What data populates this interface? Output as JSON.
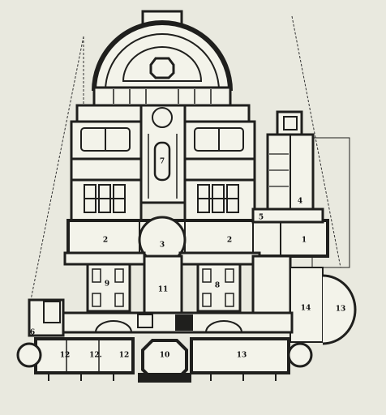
{
  "plan": {
    "colors": {
      "paper": "#e9e9df",
      "ink": "#1f1f1d",
      "room_fill": "#f3f3ea"
    },
    "labels": {
      "room_1": "1",
      "room_2_left": "2",
      "room_2_right": "2",
      "room_3": "3",
      "room_4": "4",
      "room_5": "5",
      "room_6": "6",
      "room_7": "7",
      "room_8": "8",
      "room_9": "9",
      "room_10": "10",
      "room_11": "11",
      "room_12_a": "12",
      "room_12_b": "12.",
      "room_12_c": "12",
      "room_13_a": "13",
      "room_13_b": "13",
      "room_14": "14"
    }
  }
}
